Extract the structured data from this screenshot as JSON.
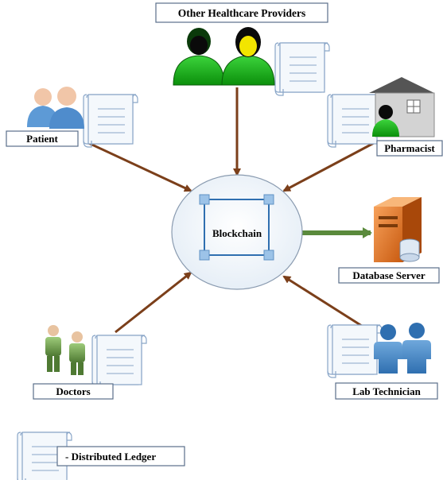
{
  "center": {
    "label": "Blockchain"
  },
  "nodes": {
    "other_providers": {
      "label": "Other Healthcare Providers"
    },
    "patient": {
      "label": "Patient"
    },
    "pharmacist": {
      "label": "Pharmacist"
    },
    "doctors": {
      "label": "Doctors"
    },
    "lab_technician": {
      "label": "Lab Technician"
    },
    "database_server": {
      "label": "Database Server"
    }
  },
  "legend": {
    "label": "- Distributed Ledger"
  },
  "colors": {
    "arrow": "#7b3f1a",
    "db_arrow": "#5a8a3c",
    "blockchain_frame": "#2f6fb0",
    "ledger_stroke": "#8aa6c8",
    "ledger_fill": "#f4f8fc"
  }
}
